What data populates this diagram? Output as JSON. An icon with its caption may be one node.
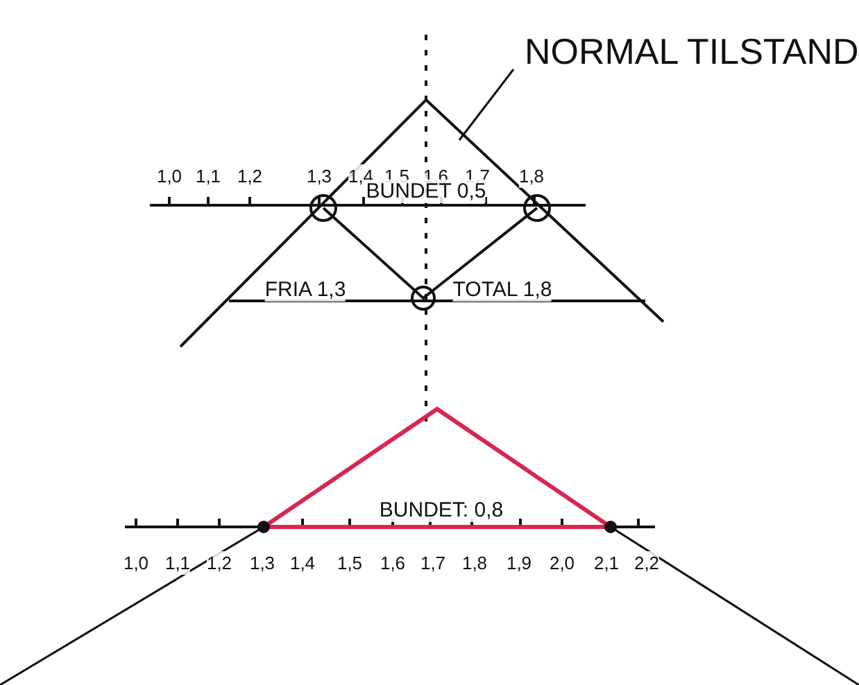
{
  "diagram": {
    "nodes": [
      {
        "text": [
          "NORMAL TILSTAND"
        ]
      },
      {
        "text": [],
        "shape": "triangle"
      }
    ],
    "edges": [
      {
        "from": 0,
        "to": 1,
        "arrow": "none"
      }
    ],
    "labels": [
      "1,0",
      "1,1",
      "1,2",
      "1,3",
      "1,4",
      "1,5",
      "1,6",
      "1,7",
      "1,8",
      "BUNDET 0,5",
      "FRIA 1,3",
      "TOTAL 1,8",
      "BUNDET: 0,8",
      "1,0",
      "1,1",
      "1,2",
      "1,3",
      "1,4",
      "1,5",
      "1,6",
      "1,7",
      "1,8",
      "1,9",
      "2,0",
      "2,1",
      "2,2"
    ]
  }
}
